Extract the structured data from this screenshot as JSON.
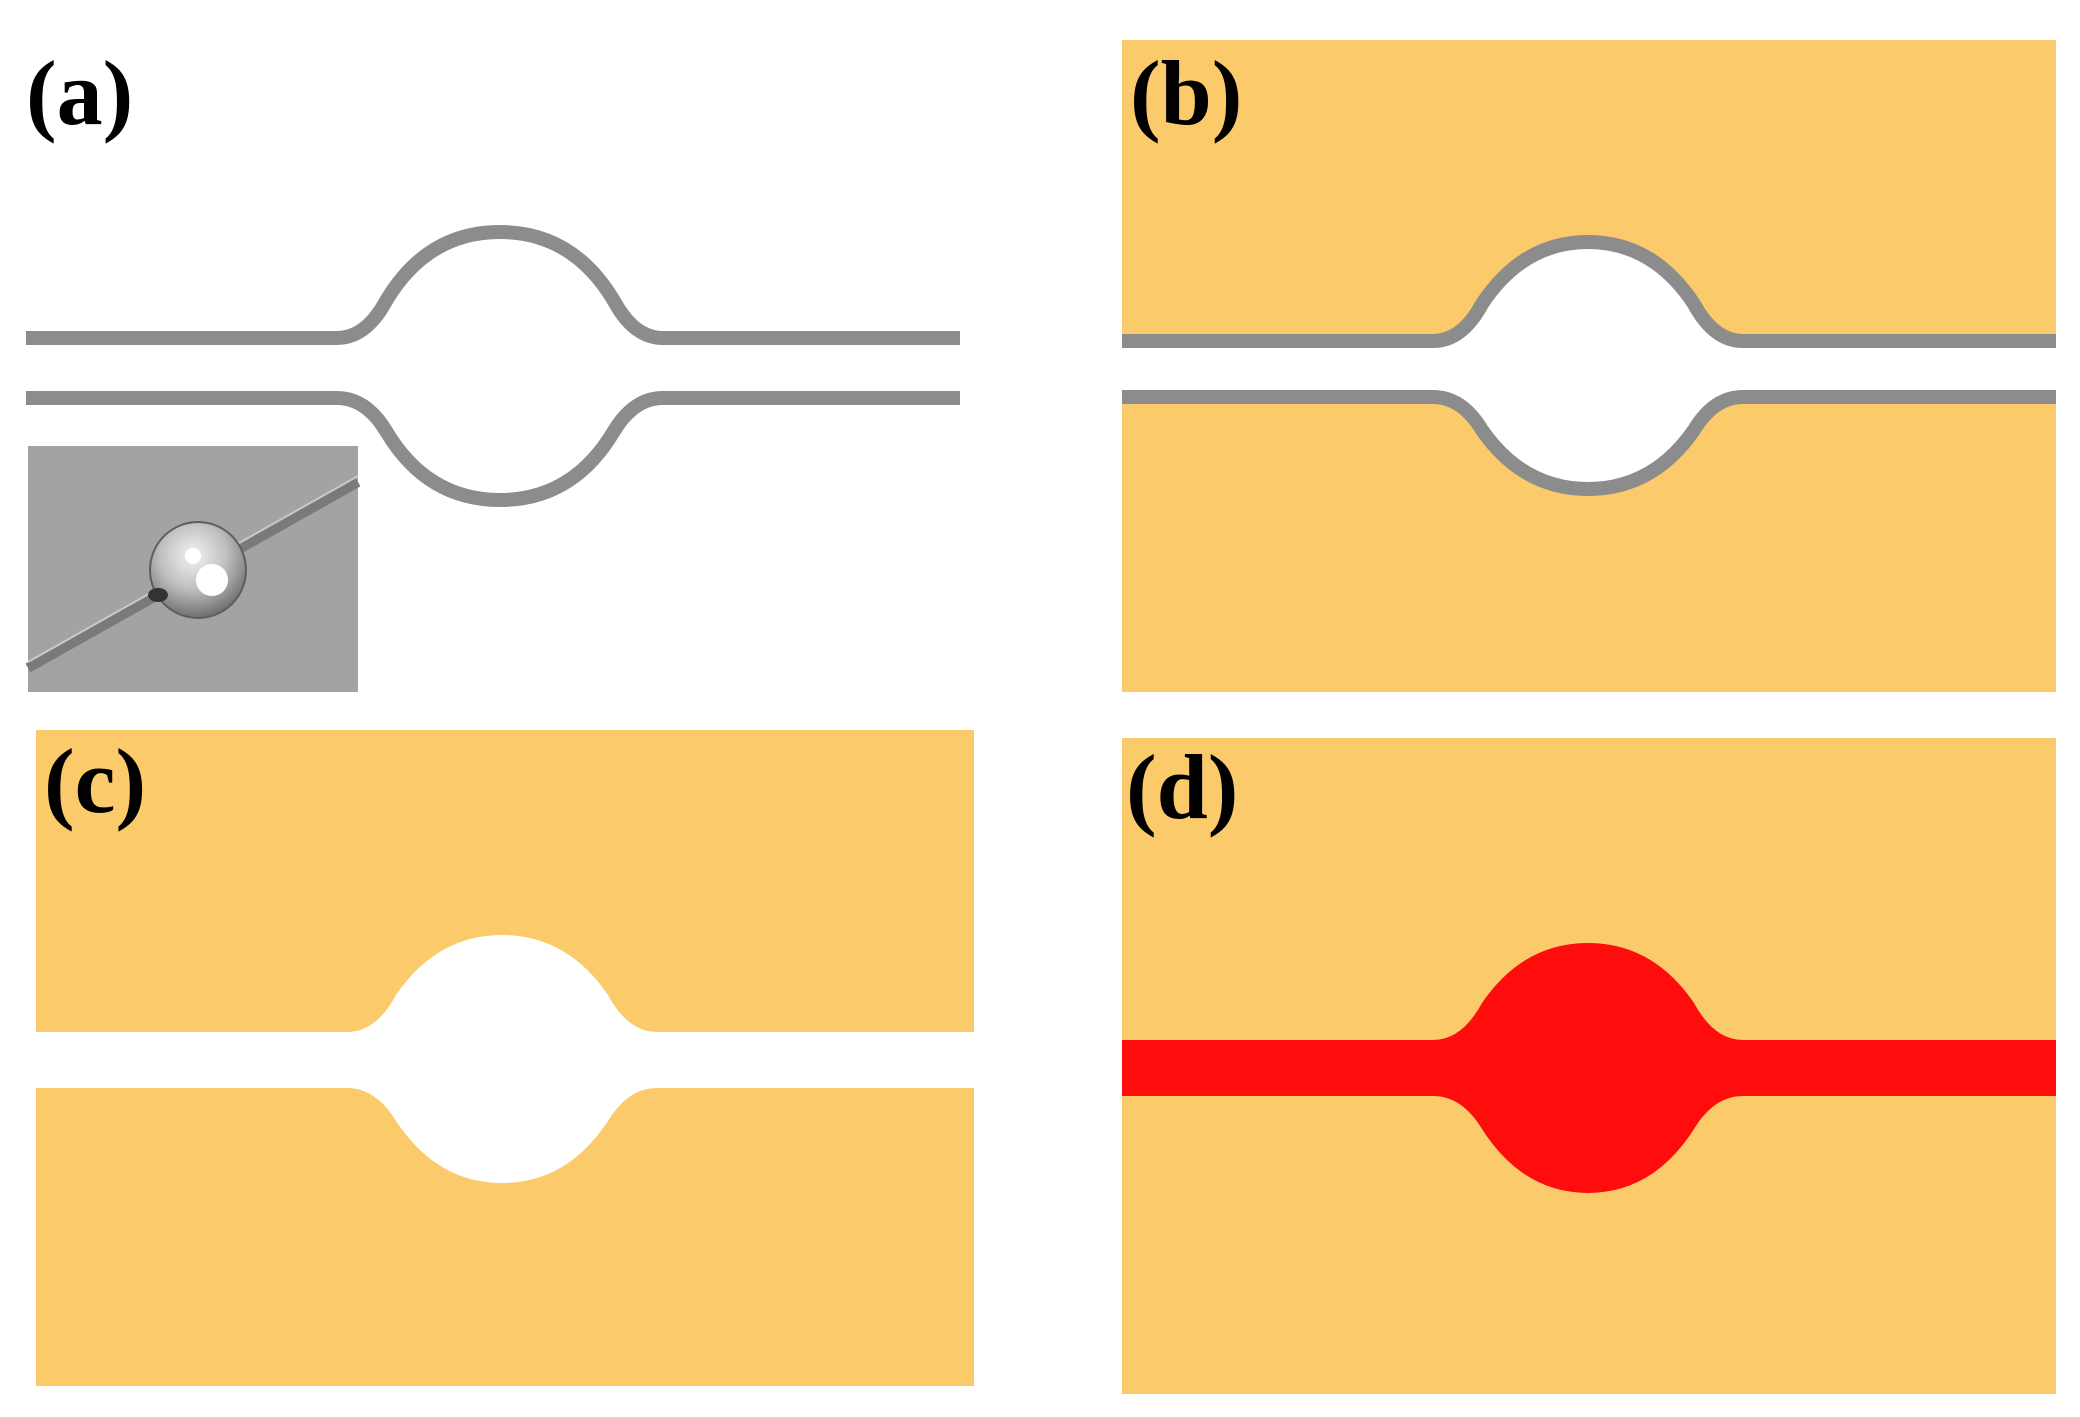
{
  "figure": {
    "panels": [
      {
        "label": "(a)"
      },
      {
        "label": "(b)"
      },
      {
        "label": "(c)"
      },
      {
        "label": "(d)"
      }
    ],
    "colors": {
      "background": "#ffffff",
      "substrate": "#fbca6a",
      "wall": "#8c8c8c",
      "filled_channel": "#ff0d0d",
      "inset_background": "#a3a3a3"
    }
  }
}
